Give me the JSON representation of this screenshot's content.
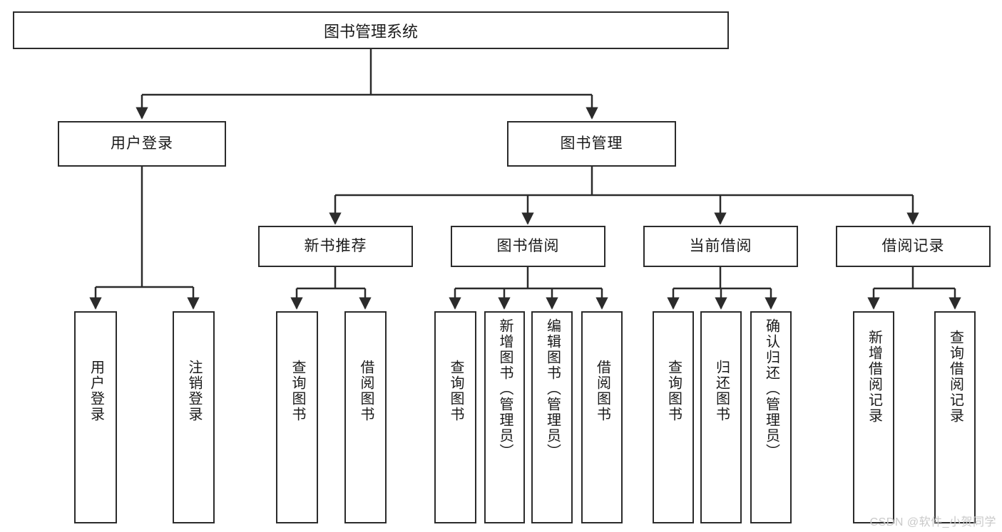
{
  "diagram": {
    "title": "图书管理系统",
    "watermark": "CSDN @软件_小贺同学",
    "stroke_color": "#2b2b2b",
    "text_color": "#1a1a1a",
    "background_color": "#ffffff",
    "watermark_color": "#c9c9c9"
  },
  "nodes": {
    "root": {
      "label": "图书管理系统"
    },
    "level2": [
      {
        "label": "用户登录"
      },
      {
        "label": "图书管理"
      }
    ],
    "level3": [
      {
        "label": "新书推荐"
      },
      {
        "label": "图书借阅"
      },
      {
        "label": "当前借阅"
      },
      {
        "label": "借阅记录"
      }
    ],
    "leaves": [
      {
        "label": "用户登录"
      },
      {
        "label": "注销登录"
      },
      {
        "label": "查询图书"
      },
      {
        "label": "借阅图书"
      },
      {
        "label": "查询图书"
      },
      {
        "label": "新增图书（管理员）"
      },
      {
        "label": "编辑图书（管理员）"
      },
      {
        "label": "借阅图书"
      },
      {
        "label": "查询图书"
      },
      {
        "label": "归还图书"
      },
      {
        "label": "确认归还（管理员）"
      },
      {
        "label": "新增借阅记录"
      },
      {
        "label": "查询借阅记录"
      }
    ]
  }
}
